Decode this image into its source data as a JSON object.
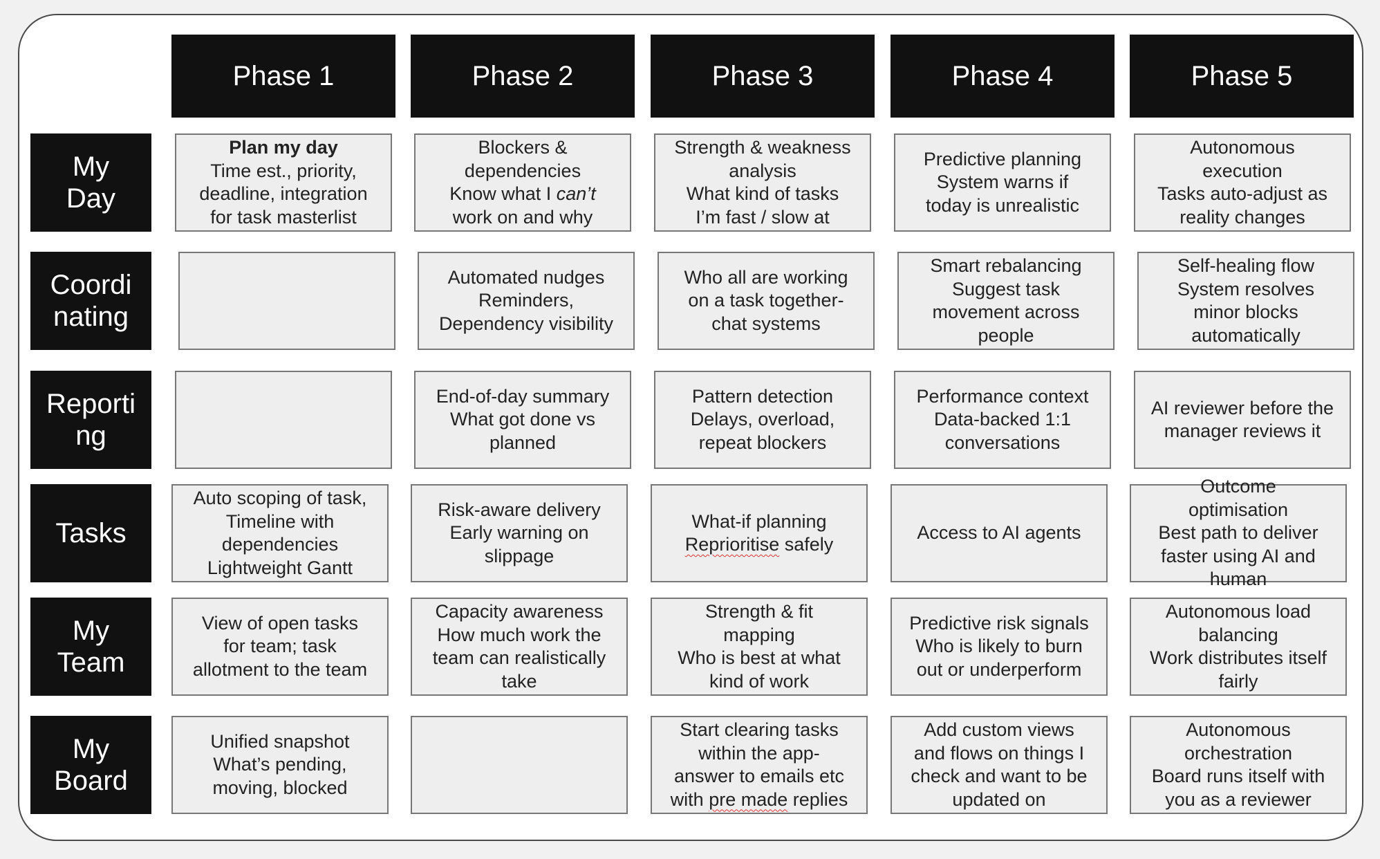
{
  "phases": [
    "Phase 1",
    "Phase 2",
    "Phase 3",
    "Phase 4",
    "Phase 5"
  ],
  "rows": [
    {
      "label_lines": [
        "My",
        "Day"
      ],
      "cells": [
        {
          "lines": [
            "Plan my day",
            "Time est., priority,",
            "deadline, integration",
            "for task masterlist"
          ]
        },
        {
          "lines": [
            "Blockers &",
            "dependencies",
            "Know what I ",
            "work on and why"
          ],
          "italic": "can’t"
        },
        {
          "lines": [
            "Strength & weakness",
            "analysis",
            "What kind of tasks",
            "I’m fast / slow at"
          ]
        },
        {
          "lines": [
            "Predictive planning",
            "System warns if",
            "today is unrealistic"
          ]
        },
        {
          "lines": [
            "Autonomous",
            "execution",
            "Tasks auto-adjust as",
            "reality changes"
          ]
        }
      ]
    },
    {
      "label_lines": [
        "Coordi",
        "nating"
      ],
      "cells": [
        {
          "lines": []
        },
        {
          "lines": [
            "Automated nudges",
            "Reminders,",
            "Dependency visibility"
          ]
        },
        {
          "lines": [
            "Who all are working",
            "on a task together-",
            "chat systems"
          ]
        },
        {
          "lines": [
            "Smart rebalancing",
            "Suggest task",
            "movement across",
            "people"
          ]
        },
        {
          "lines": [
            "Self-healing flow",
            "System resolves",
            "minor blocks",
            "automatically"
          ]
        }
      ]
    },
    {
      "label_lines": [
        "Reporti",
        "ng"
      ],
      "cells": [
        {
          "lines": []
        },
        {
          "lines": [
            "End-of-day summary",
            "What got done vs",
            "planned"
          ]
        },
        {
          "lines": [
            "Pattern detection",
            "Delays, overload,",
            "repeat blockers"
          ]
        },
        {
          "lines": [
            "Performance context",
            "Data-backed 1:1",
            "conversations"
          ]
        },
        {
          "lines": [
            "AI reviewer before the",
            "manager reviews it"
          ]
        }
      ]
    },
    {
      "label_lines": [
        "Tasks"
      ],
      "cells": [
        {
          "lines": [
            "Auto scoping of task,",
            "Timeline with",
            "dependencies",
            "Lightweight Gantt"
          ]
        },
        {
          "lines": [
            "Risk-aware delivery",
            "Early warning on",
            "slippage"
          ]
        },
        {
          "lines": [
            "What-if planning",
            "Reprioritise safely"
          ]
        },
        {
          "lines": [
            "Access to AI agents"
          ]
        },
        {
          "lines": [
            "Outcome",
            "optimisation",
            "Best path to deliver",
            "faster using AI and",
            "human"
          ]
        }
      ]
    },
    {
      "label_lines": [
        "My",
        "Team"
      ],
      "cells": [
        {
          "lines": [
            "View of open tasks",
            "for team; task",
            "allotment to the team"
          ]
        },
        {
          "lines": [
            "Capacity awareness",
            "How much work the",
            "team can realistically",
            "take"
          ]
        },
        {
          "lines": [
            "Strength & fit",
            "mapping",
            "Who is best at what",
            "kind of work"
          ]
        },
        {
          "lines": [
            "Predictive risk signals",
            "Who is likely to burn",
            "out or underperform"
          ]
        },
        {
          "lines": [
            "Autonomous load",
            "balancing",
            "Work distributes itself",
            "fairly"
          ]
        }
      ]
    },
    {
      "label_lines": [
        "My",
        "Board"
      ],
      "cells": [
        {
          "lines": [
            "Unified snapshot",
            "What’s pending,",
            "moving, blocked"
          ]
        },
        {
          "lines": []
        },
        {
          "lines": [
            "Start clearing tasks",
            "within the app-",
            "answer to emails etc",
            "with pre made replies"
          ]
        },
        {
          "lines": [
            "Add custom views",
            "and flows on things I",
            "check and want to be",
            "updated on"
          ]
        },
        {
          "lines": [
            "Autonomous",
            "orchestration",
            "Board runs itself with",
            "you as a reviewer"
          ]
        }
      ]
    }
  ]
}
